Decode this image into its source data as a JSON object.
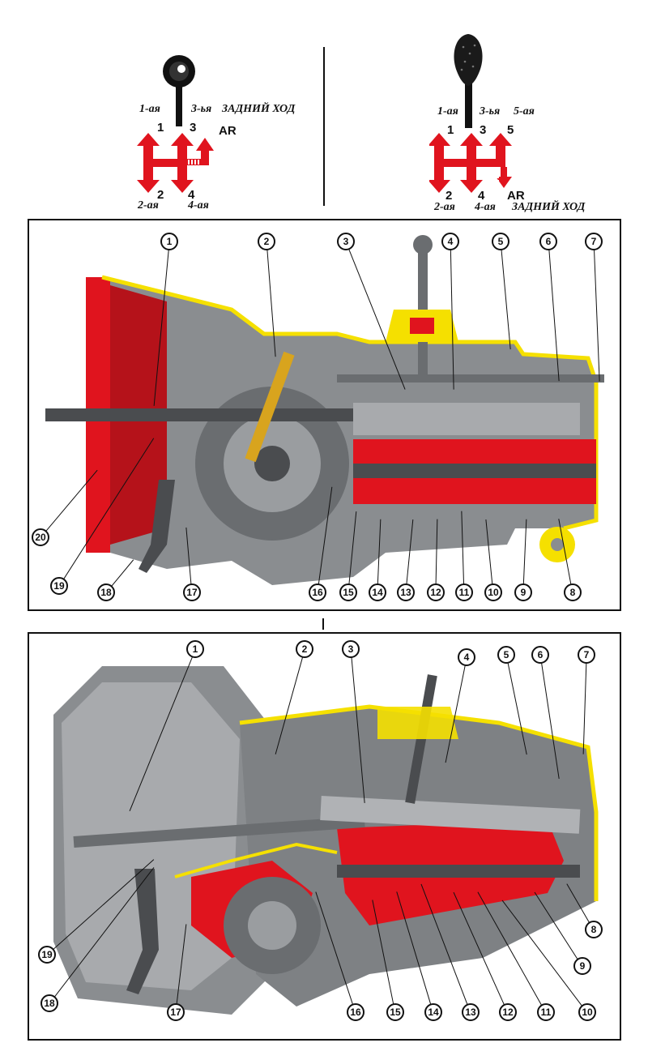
{
  "shift_patterns": {
    "four_speed": {
      "gear_1": "1-ая",
      "gear_3": "3-ья",
      "reverse": "ЗАДНИЙ ХОД",
      "gear_2": "2-ая",
      "gear_4": "4-ая",
      "num_1": "1",
      "num_2": "2",
      "num_3": "3",
      "num_4": "4",
      "num_reverse": "AR"
    },
    "five_speed": {
      "gear_1": "1-ая",
      "gear_3": "3-ья",
      "gear_5": "5-ая",
      "gear_2": "2-ая",
      "gear_4": "4-ая",
      "reverse": "ЗАДНИЙ ХОД",
      "num_1": "1",
      "num_2": "2",
      "num_3": "3",
      "num_4": "4",
      "num_5": "5",
      "num_reverse": "AR"
    }
  },
  "top_panel_callouts": [
    "1",
    "2",
    "3",
    "4",
    "5",
    "6",
    "7",
    "8",
    "9",
    "10",
    "11",
    "12",
    "13",
    "14",
    "15",
    "16",
    "17",
    "18",
    "19",
    "20"
  ],
  "bottom_panel_callouts": [
    "1",
    "2",
    "3",
    "4",
    "5",
    "6",
    "7",
    "8",
    "9",
    "10",
    "11",
    "12",
    "13",
    "14",
    "15",
    "16",
    "17",
    "18",
    "19"
  ],
  "colors": {
    "section_red": "#e0141e",
    "housing_yellow": "#f5e000",
    "metal_gray": "#8a8d90",
    "metal_dark": "#4a4c4f",
    "ink": "#111111"
  }
}
